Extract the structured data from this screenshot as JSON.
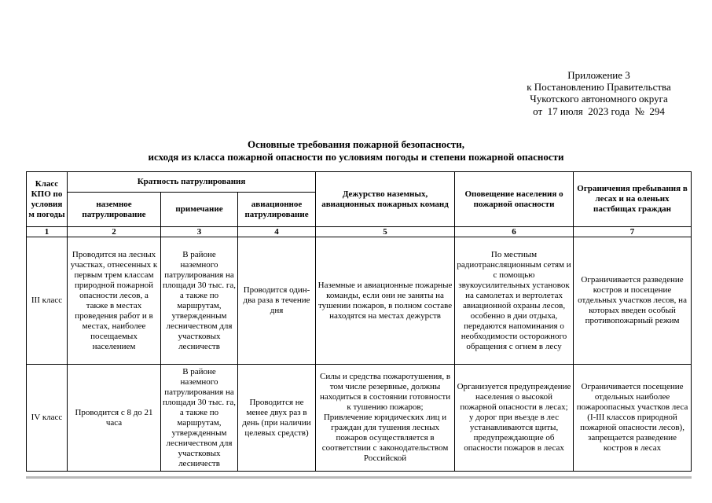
{
  "annotation": {
    "text": "Приложение 3\nк Постановлению Правительства\nЧукотского автономного округа\nот  17 июля  2023 года  №  294"
  },
  "title": {
    "text": "Основные требования пожарной безопасности,\nисходя из класса пожарной опасности по условиям погоды и степени пожарной опасности"
  },
  "table": {
    "header": {
      "col_class": "Класс КПО по условиям погоды",
      "group_patrol": "Кратность патрулирования",
      "col_ground": "наземное патрулирование",
      "col_note": "примечание",
      "col_air": "авиационное патрулирование",
      "col_duty": "Дежурство наземных, авиационных пожарных команд",
      "col_alert": "Оповещение населения о пожарной опасности",
      "col_restrict": "Ограничения пребывания в лесах и на оленьих пастбищах граждан"
    },
    "col_numbers": [
      "1",
      "2",
      "3",
      "4",
      "5",
      "6",
      "7"
    ],
    "rows": [
      {
        "class": "III класс",
        "ground_patrol": "Проводится на лесных участках, отнесенных к первым трем классам природной пожарной опасности лесов, а также в местах проведения работ и в местах, наиболее посещаемых населением",
        "note": "В районе наземного патрулирования на площади 30 тыс. га, а также по маршрутам, утвержденным лесничеством для участковых лесничеств",
        "air_patrol": "Проводится один-два раза в течение дня",
        "duty": "Наземные и авиационные пожарные команды, если они не заняты на тушении пожаров, в полном составе находятся на местах дежурств",
        "alert": "По местным радиотрансляционным сетям и с помощью звукоусилительных установок на самолетах и вертолетах авиационной охраны лесов, особенно в дни отдыха, передаются напоминания о необходимости осторожного обращения с огнем в лесу",
        "restrictions": "Ограничивается разведение костров и посещение отдельных участков лесов, на которых введен особый противопожарный режим"
      },
      {
        "class": "IV класс",
        "ground_patrol": "Проводится с 8 до 21 часа",
        "note": "В районе наземного патрулирования на площади 30 тыс. га, а также по маршрутам, утвержденным лесничеством для участковых лесничеств",
        "air_patrol": "Проводится не менее двух раз в день (при наличии целевых средств)",
        "duty": "Силы и средства пожаротушения, в том числе резервные, должны находиться в состоянии готовности к тушению пожаров;\nПривлечение юридических лиц и граждан для тушения лесных пожаров осуществляется в соответствии с законодательством Российской",
        "alert": "Организуется предупреждение населения о высокой пожарной опасности в лесах;\nу дорог при въезде в лес устанавливаются щиты, предупреждающие об опасности пожаров в лесах",
        "restrictions": "Ограничивается посещение отдельных наиболее пожароопасных участков леса (I-III классов природной пожарной опасности лесов), запрещается разведение костров в лесах"
      }
    ]
  }
}
